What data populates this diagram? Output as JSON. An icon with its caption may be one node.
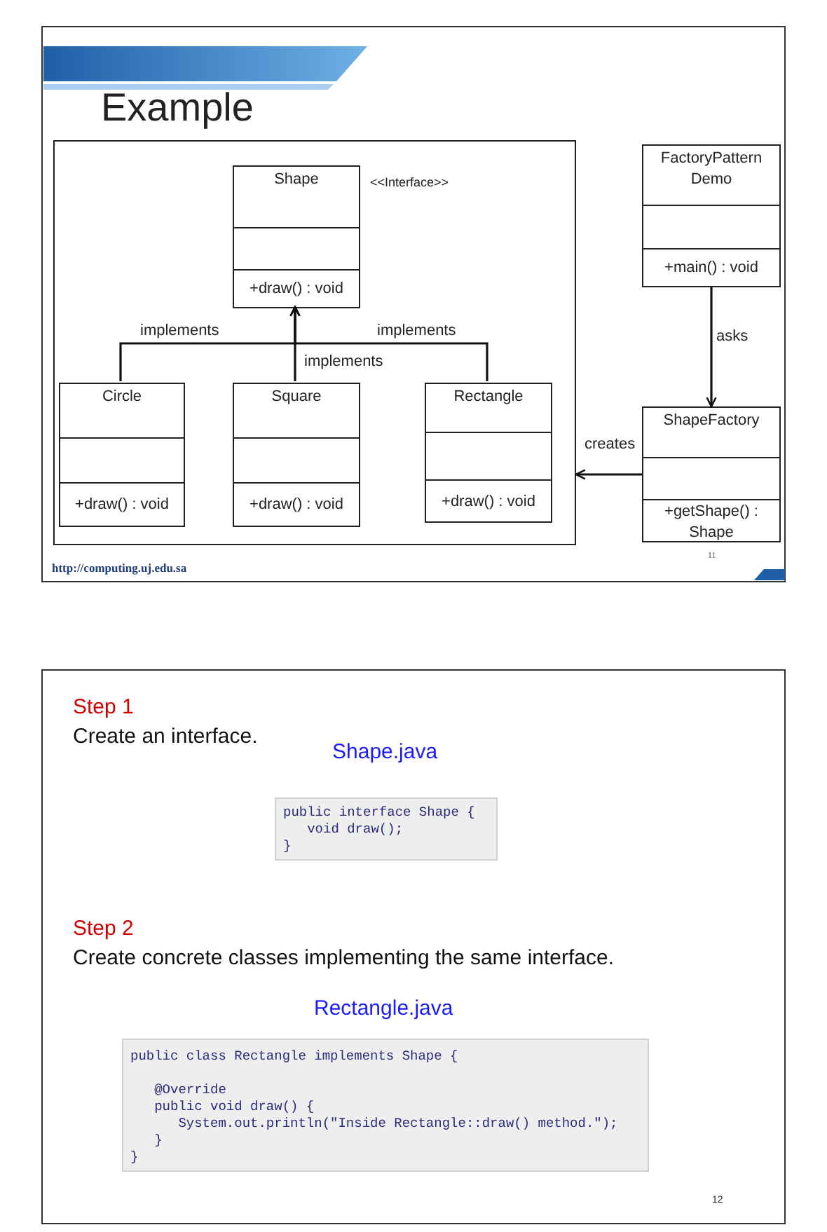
{
  "diagram": {
    "title": "Example",
    "nodes": [
      {
        "text": [],
        "shape": "box"
      },
      {
        "text": [
          "Shape",
          "+draw() : void"
        ],
        "beside": [
          "<<Interface>>"
        ],
        "in": 0
      },
      {
        "text": [
          "Circle",
          "+draw() : void"
        ],
        "in": 0
      },
      {
        "text": [
          "Square",
          "+draw() : void"
        ],
        "in": 0
      },
      {
        "text": [
          "Rectangle",
          "+draw() : void"
        ],
        "in": 0
      },
      {
        "text": [
          "FactoryPattern Demo",
          "+main() : void"
        ]
      },
      {
        "text": [
          "ShapeFactory",
          "+getShape() : Shape"
        ]
      }
    ],
    "edges": [
      {
        "from": 2,
        "to": 1,
        "arrow": "to",
        "label": "implements"
      },
      {
        "from": 3,
        "to": 1,
        "arrow": "to",
        "label": "implements"
      },
      {
        "from": 4,
        "to": 1,
        "arrow": "to",
        "label": "implements"
      },
      {
        "from": 5,
        "to": 6,
        "arrow": "to",
        "label": "asks"
      },
      {
        "from": 6,
        "to": 0,
        "arrow": "to",
        "label": "creates"
      }
    ],
    "labels": [
      "http://computing.uj.edu.sa",
      "11",
      "Step 1",
      "Create an interface.",
      "Shape.java",
      "public interface Shape {",
      "   void draw();",
      "}",
      "Step 2",
      "Create concrete classes implementing the same interface.",
      "Rectangle.java",
      "public class Rectangle implements Shape {",
      "   @Override",
      "   public void draw() {",
      "      System.out.println(\"Inside Rectangle::draw() method.\");",
      "   }",
      "}",
      "12"
    ]
  }
}
